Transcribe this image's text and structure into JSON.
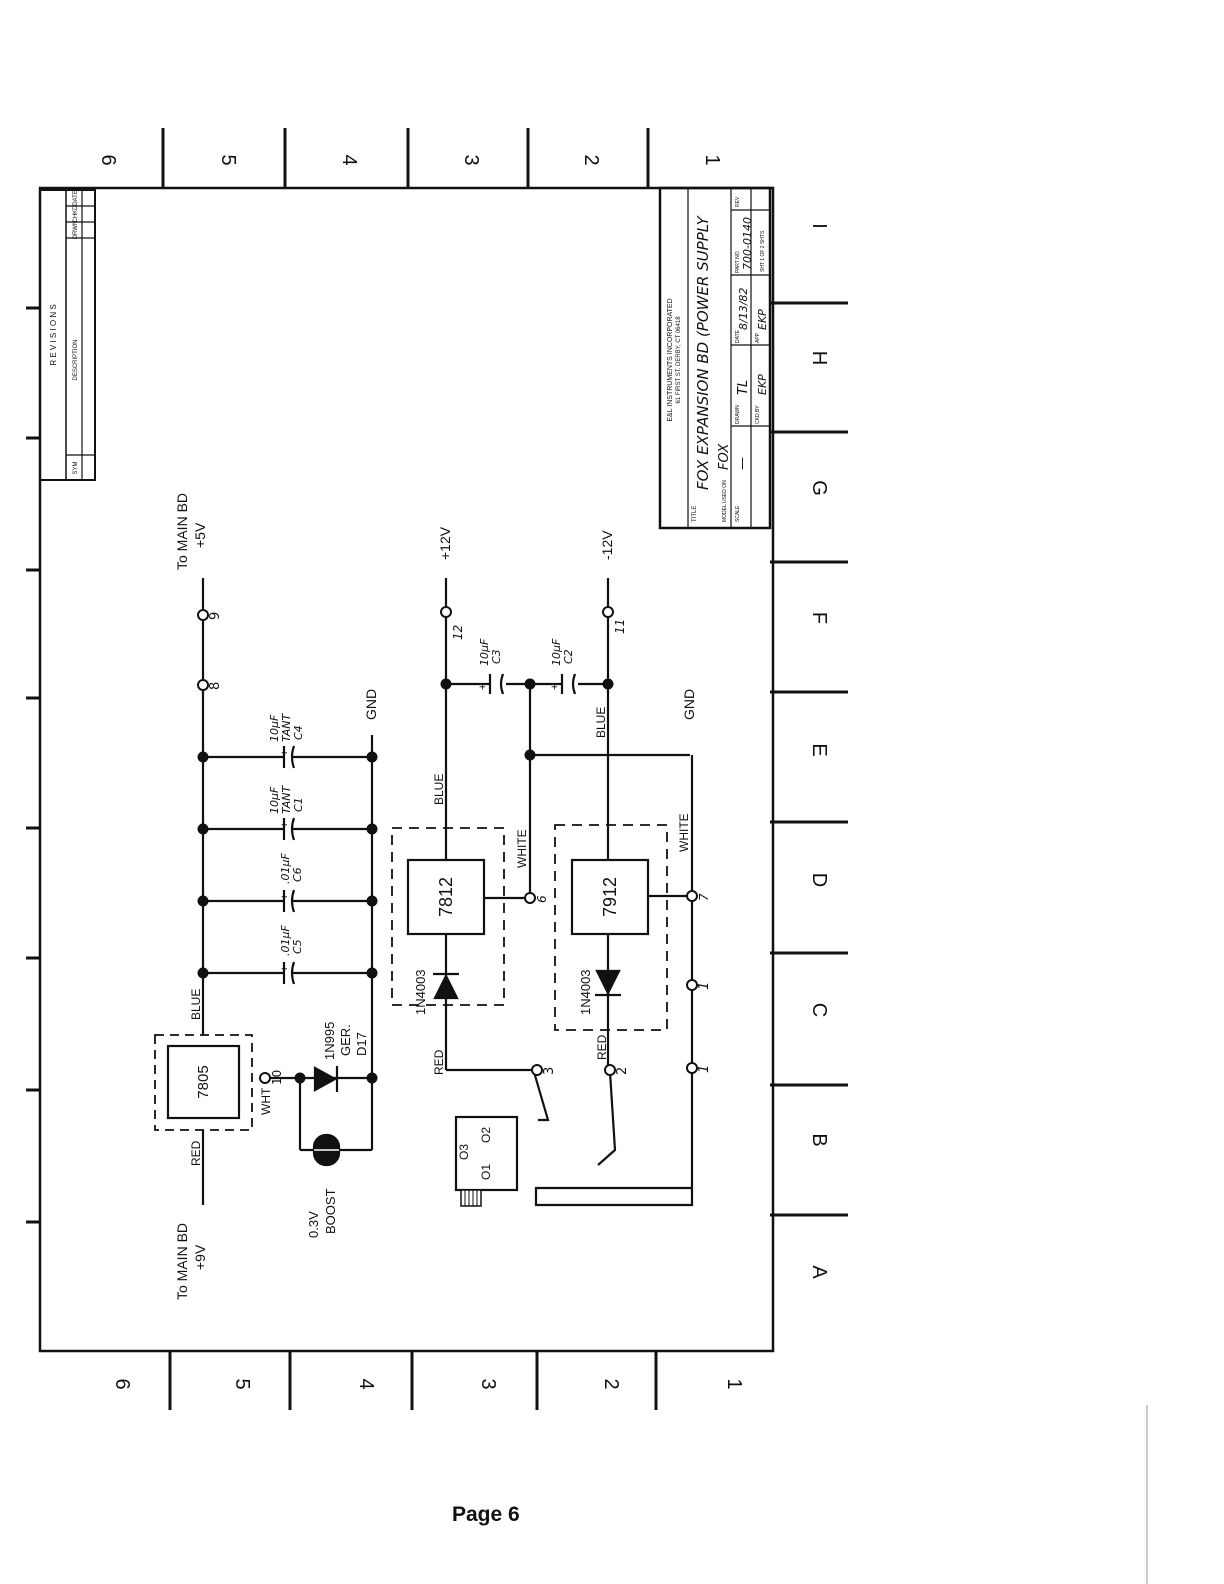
{
  "page": {
    "number_label": "Page 6"
  },
  "border": {
    "row_labels": [
      "6",
      "5",
      "4",
      "3",
      "2",
      "1"
    ],
    "column_labels": [
      "A",
      "B",
      "C",
      "D",
      "E",
      "F",
      "G",
      "H",
      "I"
    ]
  },
  "revisions": {
    "title": "R E V I S I O N S",
    "col_sym": "SYM",
    "col_description": "DESCRIPTION",
    "col_drwn": "DRWN",
    "col_chkd": "CHKD",
    "col_date": "DATE"
  },
  "title_block": {
    "company": "E&L INSTRUMENTS INCORPORATED",
    "address": "61 FIRST ST. DERBY, CT 06418",
    "title_label": "TITLE",
    "title": "FOX EXPANSION BD (POWER SUPPLY",
    "model_label": "MODEL USED ON",
    "model": "FOX",
    "drawn_label": "DRAWN",
    "drawn": "TL",
    "date_label": "DATE",
    "date": "8/13/82",
    "part_label": "PART NO.",
    "part_no": "700-0140",
    "rev_label": "REV",
    "scale_label": "SCALE",
    "scale": "—",
    "chkd_label": "CKD BY",
    "appd_label": "APP",
    "appd": "EKP",
    "chkd": "EKP",
    "sheet": "SHT 1 OF 2 SHTS"
  },
  "schematic": {
    "to_main_5v_line1": "To MAIN BD",
    "to_main_5v_line2": "+5V",
    "to_main_9v_line1": "To MAIN BD",
    "to_main_9v_line2": "+9V",
    "plus12": "+12V",
    "minus12": "-12V",
    "gnd_top": "GND",
    "gnd_mid": "GND",
    "reg_7805": "7805",
    "reg_7812": "7812",
    "reg_7912": "7912",
    "diode_1": "1N4003",
    "diode_2": "1N4003",
    "diode_ger_1": "1N995",
    "diode_ger_2": "GER.",
    "diode_ger_3": "D17",
    "boost_1": "0.3V",
    "boost_2": "BOOST",
    "c4_1": "10µF",
    "c4_2": "TANT",
    "c4_3": "C4",
    "c1_1": "10µF",
    "c1_2": "TANT",
    "c1_3": "C1",
    "c6_1": ".01µF",
    "c6_2": "C6",
    "c5_1": ".01µF",
    "c5_2": "C5",
    "c3_1": "10µF",
    "c3_2": "C3",
    "c2_1": "10µF",
    "c2_2": "C2",
    "wire_blue_1": "BLUE",
    "wire_blue_2": "BLUE",
    "wire_blue_3": "BLUE",
    "wire_red_1": "RED",
    "wire_red_2": "RED",
    "wire_red_3": "RED",
    "wire_wht": "WHT",
    "wire_white_1": "WHITE",
    "wire_white_2": "WHITE",
    "pin_9": "9",
    "pin_8": "8",
    "pin_10": "10",
    "pin_12": "12",
    "pin_11": "11",
    "pin_6": "6",
    "pin_7": "7",
    "pin_3": "3",
    "pin_2": "2",
    "pin_1a": "1",
    "pin_1b": "1",
    "plus": "+",
    "conn_o3": "O3",
    "conn_o1": "O1",
    "conn_o2": "O2"
  }
}
